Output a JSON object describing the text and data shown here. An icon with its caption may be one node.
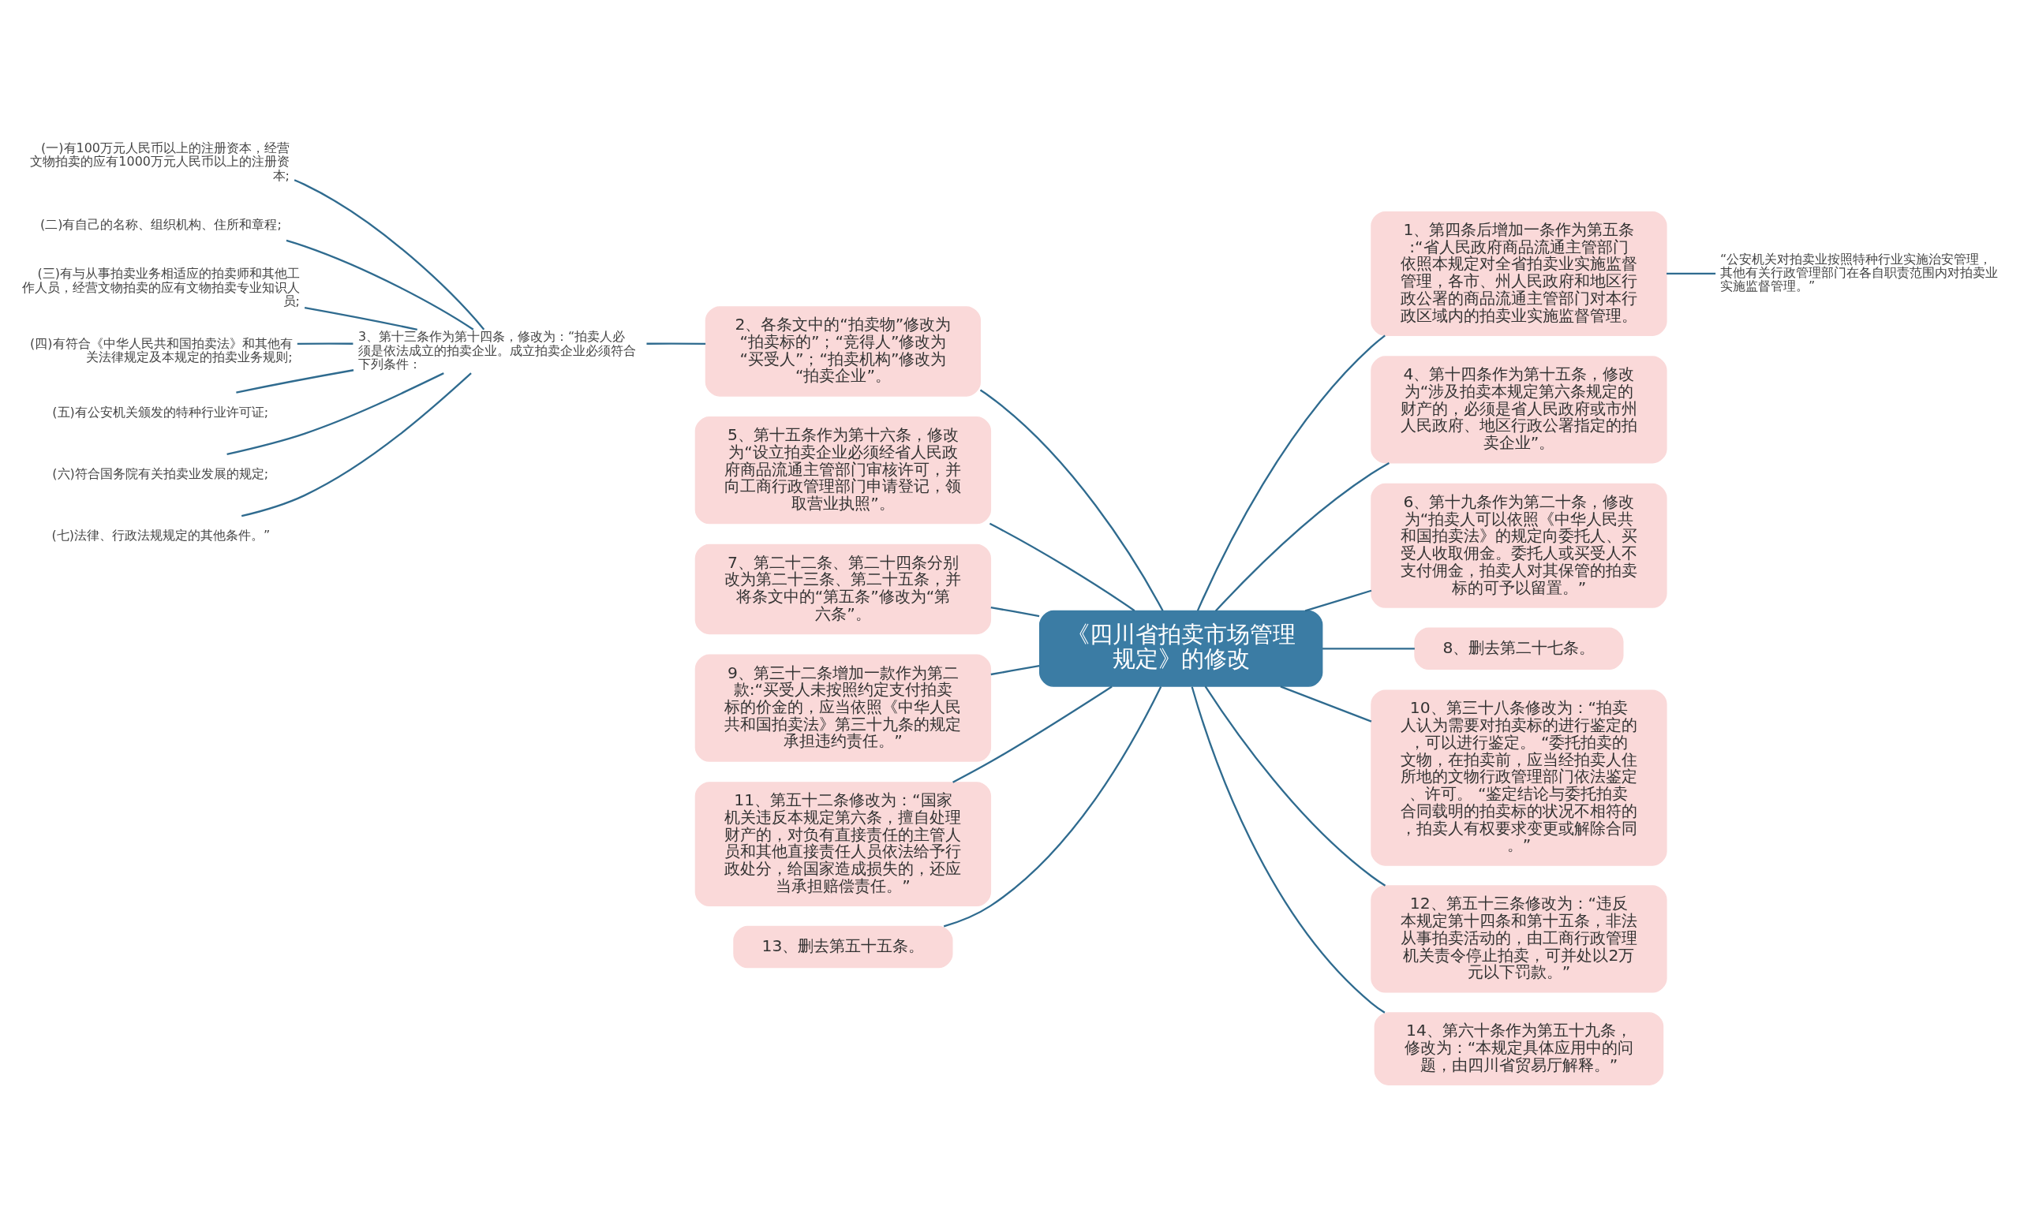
{
  "diagram": {
    "nodes": [
      {
        "text": [
          "《四川省拍卖市场管理规定》的修改"
        ]
      },
      {
        "text": [
          "1、第四条后增加一条作为第五条:“省人民政府商品流通主管部门依照本规定对全省拍卖业实施监督管理，各市、州人民政府和地区行政公署的商品流通主管部门对本行政区域内的拍卖业实施监督管理。"
        ]
      },
      {
        "text": [
          "“公安机关对拍卖业按照特种行业实施治安管理，其他有关行政管理部门在各自职责范围内对拍卖业实施监督管理。”"
        ]
      },
      {
        "text": [
          "2、各条文中的“拍卖物”修改为“拍卖标的”；“竞得人”修改为“买受人”；“拍卖机构”修改为“拍卖企业”。"
        ]
      },
      {
        "text": [
          "3、第十三条作为第十四条，修改为：“拍卖人必须是依法成立的拍卖企业。成立拍卖企业必须符合下列条件："
        ]
      },
      {
        "text": [
          "(一)有100万元人民币以上的注册资本，经营文物拍卖的应有1000万元人民币以上的注册资本;"
        ]
      },
      {
        "text": [
          "(二)有自己的名称、组织机构、住所和章程;"
        ]
      },
      {
        "text": [
          "(三)有与从事拍卖业务相适应的拍卖师和其他工作人员，经营文物拍卖的应有文物拍卖专业知识人员;"
        ]
      },
      {
        "text": [
          "(四)有符合《中华人民共和国拍卖法》和其他有关法律规定及本规定的拍卖业务规则;"
        ]
      },
      {
        "text": [
          "(五)有公安机关颁发的特种行业许可证;"
        ]
      },
      {
        "text": [
          "(六)符合国务院有关拍卖业发展的规定;"
        ]
      },
      {
        "text": [
          "(七)法律、行政法规规定的其他条件。”"
        ]
      },
      {
        "text": [
          "4、第十四条作为第十五条，修改为“涉及拍卖本规定第六条规定的财产的，必须是省人民政府或市州人民政府、地区行政公署指定的拍卖企业”。"
        ]
      },
      {
        "text": [
          "5、第十五条作为第十六条，修改为“设立拍卖企业必须经省人民政府商品流通主管部门审核许可，并向工商行政管理部门申请登记，领取营业执照”。"
        ]
      },
      {
        "text": [
          "6、第十九条作为第二十条，修改为“拍卖人可以依照《中华人民共和国拍卖法》的规定向委托人、买受人收取佣金。委托人或买受人不支付佣金，拍卖人对其保管的拍卖标的可予以留置。”"
        ]
      },
      {
        "text": [
          "7、第二十二条、第二十四条分别改为第二十三条、第二十五条，并将条文中的“第五条”修改为“第六条”。"
        ]
      },
      {
        "text": [
          "8、删去第二十七条。"
        ]
      },
      {
        "text": [
          "9、第三十二条增加一款作为第二款:“买受人未按照约定支付拍卖标的价金的，应当依照《中华人民共和国拍卖法》第三十九条的规定承担违约责任。”"
        ]
      },
      {
        "text": [
          "10、第三十八条修改为：“拍卖人认为需要对拍卖标的进行鉴定的，可以进行鉴定。 “委托拍卖的文物，在拍卖前，应当经拍卖人住所地的文物行政管理部门依法鉴定、许可。 “鉴定结论与委托拍卖合同载明的拍卖标的状况不相符的，拍卖人有权要求变更或解除合同。”"
        ]
      },
      {
        "text": [
          "11、第五十二条修改为：“国家机关违反本规定第六条，擅自处理财产的，对负有直接责任的主管人员和其他直接责任人员依法给予行政处分，给国家造成损失的，还应当承担赔偿责任。”"
        ]
      },
      {
        "text": [
          "12、第五十三条修改为：“违反本规定第十四条和第十五条，非法从事拍卖活动的，由工商行政管理机关责令停止拍卖，可并处以2万元以下罚款。”"
        ]
      },
      {
        "text": [
          "13、删去第五十五条。"
        ]
      },
      {
        "text": [
          "14、第六十条作为第五十九条，修改为：“本规定具体应用中的问题，由四川省贸易厅解释。”"
        ]
      }
    ],
    "edges": [
      {
        "from": 0,
        "to": 1,
        "arrow": "none"
      },
      {
        "from": 1,
        "to": 2,
        "arrow": "none"
      },
      {
        "from": 0,
        "to": 3,
        "arrow": "none"
      },
      {
        "from": 3,
        "to": 4,
        "arrow": "none"
      },
      {
        "from": 4,
        "to": 5,
        "arrow": "none"
      },
      {
        "from": 4,
        "to": 6,
        "arrow": "none"
      },
      {
        "from": 4,
        "to": 7,
        "arrow": "none"
      },
      {
        "from": 4,
        "to": 8,
        "arrow": "none"
      },
      {
        "from": 4,
        "to": 9,
        "arrow": "none"
      },
      {
        "from": 4,
        "to": 10,
        "arrow": "none"
      },
      {
        "from": 4,
        "to": 11,
        "arrow": "none"
      },
      {
        "from": 0,
        "to": 12,
        "arrow": "none"
      },
      {
        "from": 0,
        "to": 13,
        "arrow": "none"
      },
      {
        "from": 0,
        "to": 14,
        "arrow": "none"
      },
      {
        "from": 0,
        "to": 15,
        "arrow": "none"
      },
      {
        "from": 0,
        "to": 16,
        "arrow": "none"
      },
      {
        "from": 0,
        "to": 17,
        "arrow": "none"
      },
      {
        "from": 0,
        "to": 18,
        "arrow": "none"
      },
      {
        "from": 0,
        "to": 19,
        "arrow": "none"
      },
      {
        "from": 0,
        "to": 20,
        "arrow": "none"
      },
      {
        "from": 0,
        "to": 21,
        "arrow": "none"
      },
      {
        "from": 0,
        "to": 22,
        "arrow": "none"
      }
    ]
  }
}
